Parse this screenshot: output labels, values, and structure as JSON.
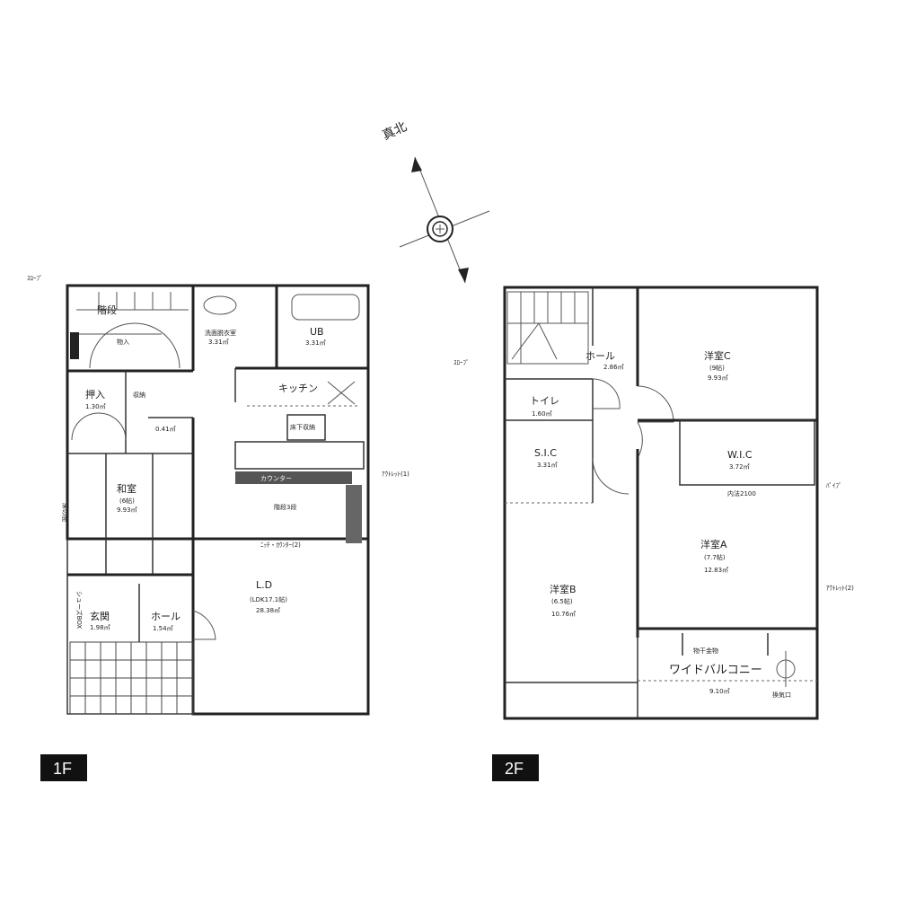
{
  "compass": {
    "label": "真北"
  },
  "floor1": {
    "badge": "1F",
    "rooms": {
      "stairs": "階段",
      "storage_small": "物入",
      "washroom": "洗面脱衣室",
      "washroom_area": "3.31㎡",
      "bath": "UB",
      "bath_area": "3.31㎡",
      "closet": "押入",
      "closet_area": "1.30㎡",
      "storage": "収納",
      "storage_area": "0.41㎡",
      "washitsu": "和室",
      "washitsu_size": "(6帖)",
      "washitsu_area": "9.93㎡",
      "tokonoma": "床の間",
      "kitchen": "キッチン",
      "underfloor": "床下収納",
      "counter": "カウンター",
      "ld": "L.D",
      "ld_size": "(LDK17.1帖)",
      "ld_area": "28.38㎡",
      "entrance": "玄関",
      "entrance_area": "1.98㎡",
      "shoebox": "シューズBOX",
      "hall": "ホール",
      "hall_area": "1.54㎡"
    },
    "notes": {
      "balcony_note": "ｽﾛｰﾌﾟ",
      "counter_note": "ｶｳﾝﾀｰ",
      "stairs_note": "階段3段",
      "outlet_note": "ﾆｯﾁ・ｶｳﾝﾀｰ(2)",
      "outlet1": "ｱｳﾄﾚｯﾄ(1)"
    }
  },
  "floor2": {
    "badge": "2F",
    "rooms": {
      "hall": "ホール",
      "hall_area": "2.86㎡",
      "room_c": "洋室C",
      "room_c_size": "(9帖)",
      "room_c_area": "9.93㎡",
      "toilet": "トイレ",
      "toilet_area": "1.60㎡",
      "sic": "S.I.C",
      "sic_area": "3.31㎡",
      "wic": "W.I.C",
      "wic_area": "3.72㎡",
      "room_a": "洋室A",
      "room_a_size": "(7.7帖)",
      "room_a_area": "12.83㎡",
      "room_b": "洋室B",
      "room_b_size": "(6.5帖)",
      "room_b_area": "10.76㎡",
      "drying": "物干金物",
      "balcony": "ワイドバルコニー",
      "balcony_area": "9.10㎡",
      "vent": "換気口"
    },
    "notes": {
      "left_note": "ｽﾛｰﾌﾟ",
      "pipe_note": "ﾊﾟｲﾌﾟ",
      "outlet2": "ｱｳﾄﾚｯﾄ(2)",
      "height_note": "内法2100"
    }
  }
}
